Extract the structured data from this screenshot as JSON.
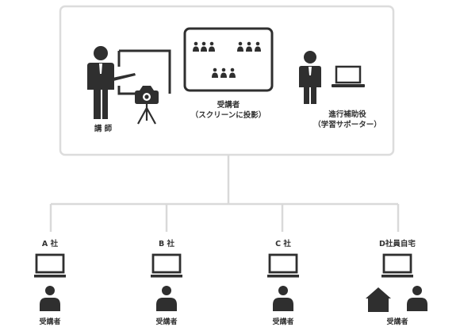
{
  "studio": {
    "instructor_label": "講 師",
    "screen_label_line1": "受講者",
    "screen_label_line2": "（スクリーンに投影）",
    "assistant_label_line1": "進行補助役",
    "assistant_label_line2": "（学習サポーター）"
  },
  "branches": [
    {
      "name": "A 社",
      "label": "受講者"
    },
    {
      "name": "B 社",
      "label": "受講者"
    },
    {
      "name": "C 社",
      "label": "受講者"
    },
    {
      "name": "D社員自宅",
      "label": "受講者"
    }
  ],
  "colors": {
    "icon": "#2f2f2f",
    "line": "#d9d9d9",
    "text": "#333333"
  }
}
